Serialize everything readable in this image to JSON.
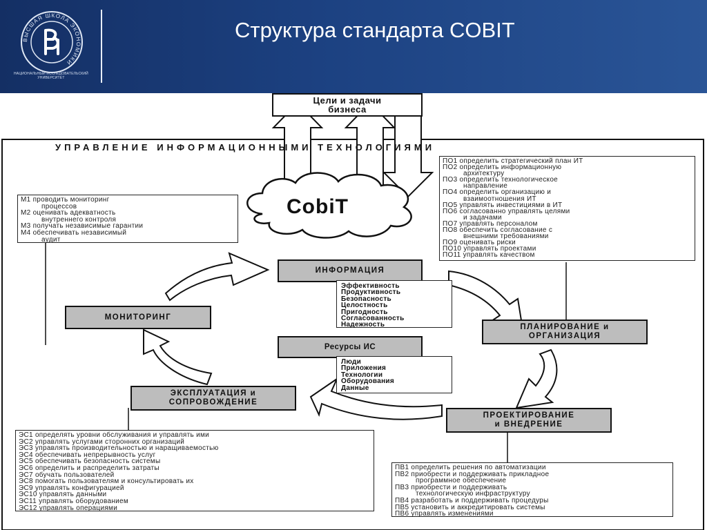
{
  "header": {
    "title": "Структура стандарта COBIT",
    "logo_caption": "НАЦИОНАЛЬНЫЙ ИССЛЕДОВАТЕЛЬСКИЙ УНИВЕРСИТЕТ",
    "logo_ring_text": "ВЫСШАЯ ШКОЛА ЭКОНОМИКИ"
  },
  "diagram": {
    "business_goals": [
      "Цели и задачи",
      "бизнеса"
    ],
    "it_governance": "УПРАВЛЕНИЕ ИНФОРМАЦИОННЫМИ ТЕХНОЛОГИЯМИ",
    "cobit": "CobiT",
    "information": "ИНФОРМАЦИЯ",
    "information_criteria": [
      "Эффективность",
      "Продуктивность",
      "Безопасность",
      "Целостность",
      "Пригодность",
      "Согласованность",
      "Надежность"
    ],
    "resources": "Ресурсы ИС",
    "resources_items": [
      "Люди",
      "Приложения",
      "Технологии",
      "Оборудования",
      "Данные"
    ],
    "monitoring": "МОНИТОРИНГ",
    "monitoring_items": [
      "М1 проводить мониторинг",
      "процессов",
      "М2 оценивать адекватность",
      "внутреннего контроля",
      "М3 получать независимые гарантии",
      "М4 обеспечивать независимый",
      "аудит"
    ],
    "planning": [
      "ПЛАНИРОВАНИЕ и",
      "ОРГАНИЗАЦИЯ"
    ],
    "planning_items": [
      "ПО1 определить стратегический план ИТ",
      "ПО2 определить информационную",
      "архитектуру",
      "ПО3 определить технологическое",
      "направление",
      "ПО4 определить организацию и",
      "взаимоотношения ИТ",
      "ПО5 управлять инвестициями в ИТ",
      "ПО6 согласованно управлять целями",
      "и задачами",
      "ПО7 управлять персоналом",
      "ПО8 обеспечить согласование с",
      "внешними требованиями",
      "ПО9 оценивать риски",
      "ПО10 управлять проектами",
      "ПО11 управлять качеством"
    ],
    "design": [
      "ПРОЕКТИРОВАНИЕ",
      "и ВНЕДРЕНИЕ"
    ],
    "design_items": [
      "ПВ1 определить решения по автоматизации",
      "ПВ2 приобрести и поддерживать прикладное",
      "программное обеспечение",
      "ПВ3 приобрести и поддерживать",
      "технологическую инфраструктуру",
      "ПВ4 разработать и поддерживать процедуры",
      "ПВ5 установить и аккредитировать системы",
      "ПВ6 управлять изменениями"
    ],
    "operations": [
      "ЭКСПЛУАТАЦИЯ и",
      "СОПРОВОЖДЕНИЕ"
    ],
    "operations_items": [
      "ЭС1 определять уровни обслуживания и управлять ими",
      "ЭС2 управлять услугами сторонних организаций",
      "ЭС3 управлять производительностью и наращиваемостью",
      "ЭС4 обеспечивать непрерывность услуг",
      "ЭС5 обеспечивать безопасность системы",
      "ЭС6 определить и распределить затраты",
      "ЭС7 обучать пользователей",
      "ЭС8 помогать пользователям и консультировать их",
      "ЭС9 управлять конфигурацией",
      "ЭС10 управлять данными",
      "ЭС11 управлять оборудованием",
      "ЭС12 управлять операциями"
    ]
  }
}
